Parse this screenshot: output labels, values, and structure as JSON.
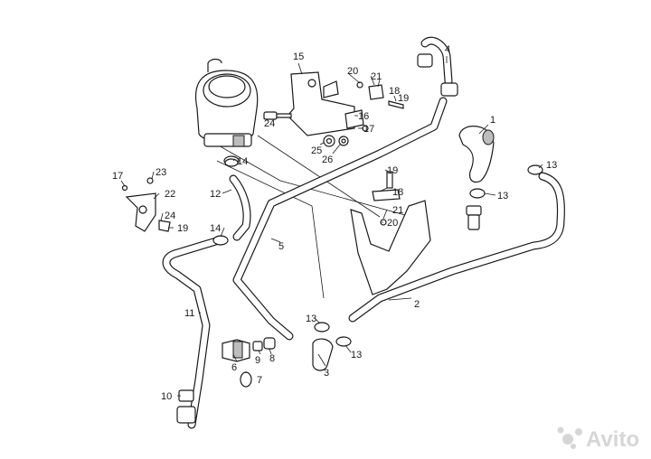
{
  "callouts": [
    {
      "id": "c1",
      "text": "1"
    },
    {
      "id": "c2",
      "text": "2"
    },
    {
      "id": "c3",
      "text": "3"
    },
    {
      "id": "c4",
      "text": "4"
    },
    {
      "id": "c5",
      "text": "5"
    },
    {
      "id": "c6",
      "text": "6"
    },
    {
      "id": "c7",
      "text": "7"
    },
    {
      "id": "c8",
      "text": "8"
    },
    {
      "id": "c9",
      "text": "9"
    },
    {
      "id": "c10",
      "text": "10"
    },
    {
      "id": "c11",
      "text": "11"
    },
    {
      "id": "c12",
      "text": "12"
    },
    {
      "id": "c13a",
      "text": "13"
    },
    {
      "id": "c13b",
      "text": "13"
    },
    {
      "id": "c13c",
      "text": "13"
    },
    {
      "id": "c13d",
      "text": "13"
    },
    {
      "id": "c14a",
      "text": "14"
    },
    {
      "id": "c14b",
      "text": "14"
    },
    {
      "id": "c15",
      "text": "15"
    },
    {
      "id": "c16",
      "text": "16"
    },
    {
      "id": "c17a",
      "text": "17"
    },
    {
      "id": "c17b",
      "text": "17"
    },
    {
      "id": "c18a",
      "text": "18"
    },
    {
      "id": "c18b",
      "text": "18"
    },
    {
      "id": "c19a",
      "text": "19"
    },
    {
      "id": "c19b",
      "text": "19"
    },
    {
      "id": "c19c",
      "text": "19"
    },
    {
      "id": "c20a",
      "text": "20"
    },
    {
      "id": "c20b",
      "text": "20"
    },
    {
      "id": "c21a",
      "text": "21"
    },
    {
      "id": "c21b",
      "text": "21"
    },
    {
      "id": "c22",
      "text": "22"
    },
    {
      "id": "c23",
      "text": "23"
    },
    {
      "id": "c24a",
      "text": "24"
    },
    {
      "id": "c24b",
      "text": "24"
    },
    {
      "id": "c25",
      "text": "25"
    },
    {
      "id": "c26",
      "text": "26"
    }
  ],
  "watermark": {
    "text": "Avito",
    "icon": "avito-dots-icon"
  }
}
